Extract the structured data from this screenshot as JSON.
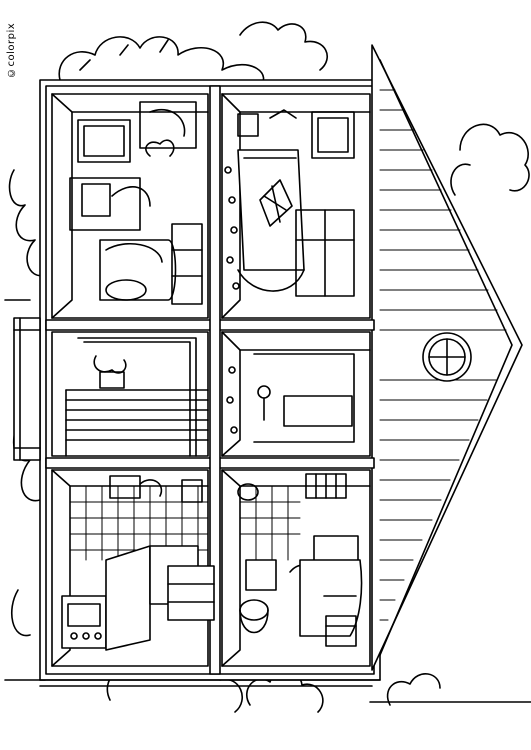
{
  "watermark": {
    "text": "©colorpix"
  },
  "picture": {
    "stroke_color": "#000000",
    "fill_color": "#ffffff",
    "rooms": [
      "attic-study",
      "attic-bedroom",
      "hallway-stairs",
      "hallway-door",
      "kitchen",
      "bathroom"
    ]
  }
}
